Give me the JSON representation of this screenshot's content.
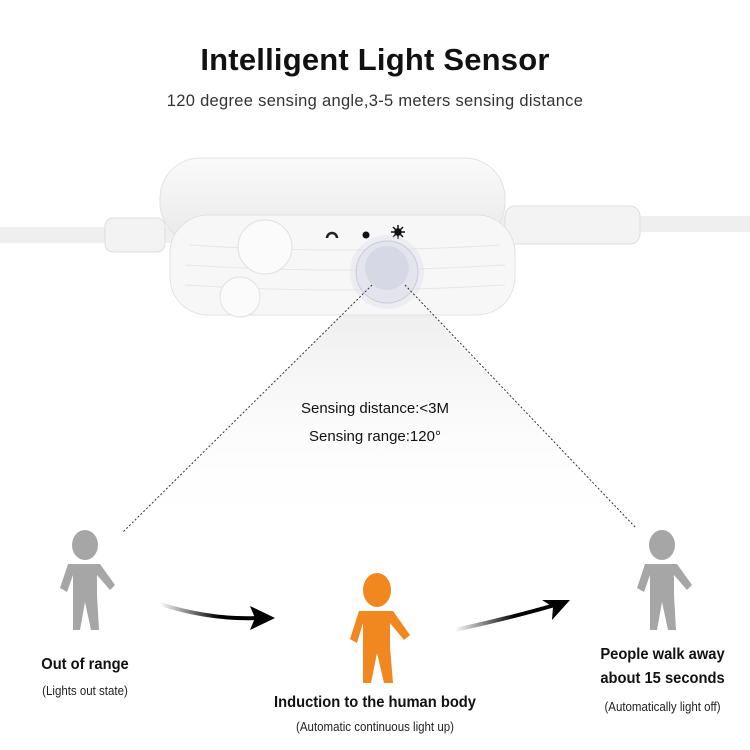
{
  "header": {
    "title": "Intelligent Light Sensor",
    "subtitle": "120 degree sensing angle,3-5 meters sensing distance"
  },
  "sensing": {
    "distance": "Sensing distance:<3M",
    "range": "Sensing range:120°"
  },
  "states": [
    {
      "title": "Out of range",
      "note": "(Lights out state)",
      "color": "#a6a6a6"
    },
    {
      "title": "Induction to the human body",
      "note": "(Automatic continuous light up)",
      "color": "#f0871f"
    },
    {
      "title_line1": "People walk away",
      "title_line2": "about 15 seconds",
      "note": "(Automatically light off)",
      "color": "#a6a6a6"
    }
  ]
}
